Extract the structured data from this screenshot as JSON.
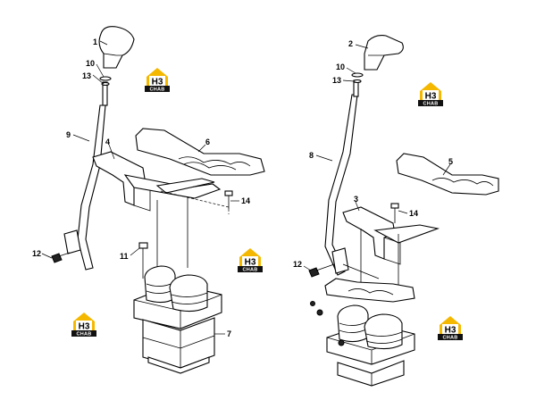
{
  "callouts": {
    "left": [
      "1",
      "10",
      "13",
      "9",
      "4",
      "6",
      "14",
      "12",
      "11",
      "7"
    ],
    "right": [
      "2",
      "10",
      "13",
      "8",
      "5",
      "3",
      "14",
      "12"
    ]
  },
  "logo": {
    "top_text": "H3",
    "bottom_text": "CHAB",
    "accent_color": "#f5b800",
    "dark_color": "#111111"
  }
}
